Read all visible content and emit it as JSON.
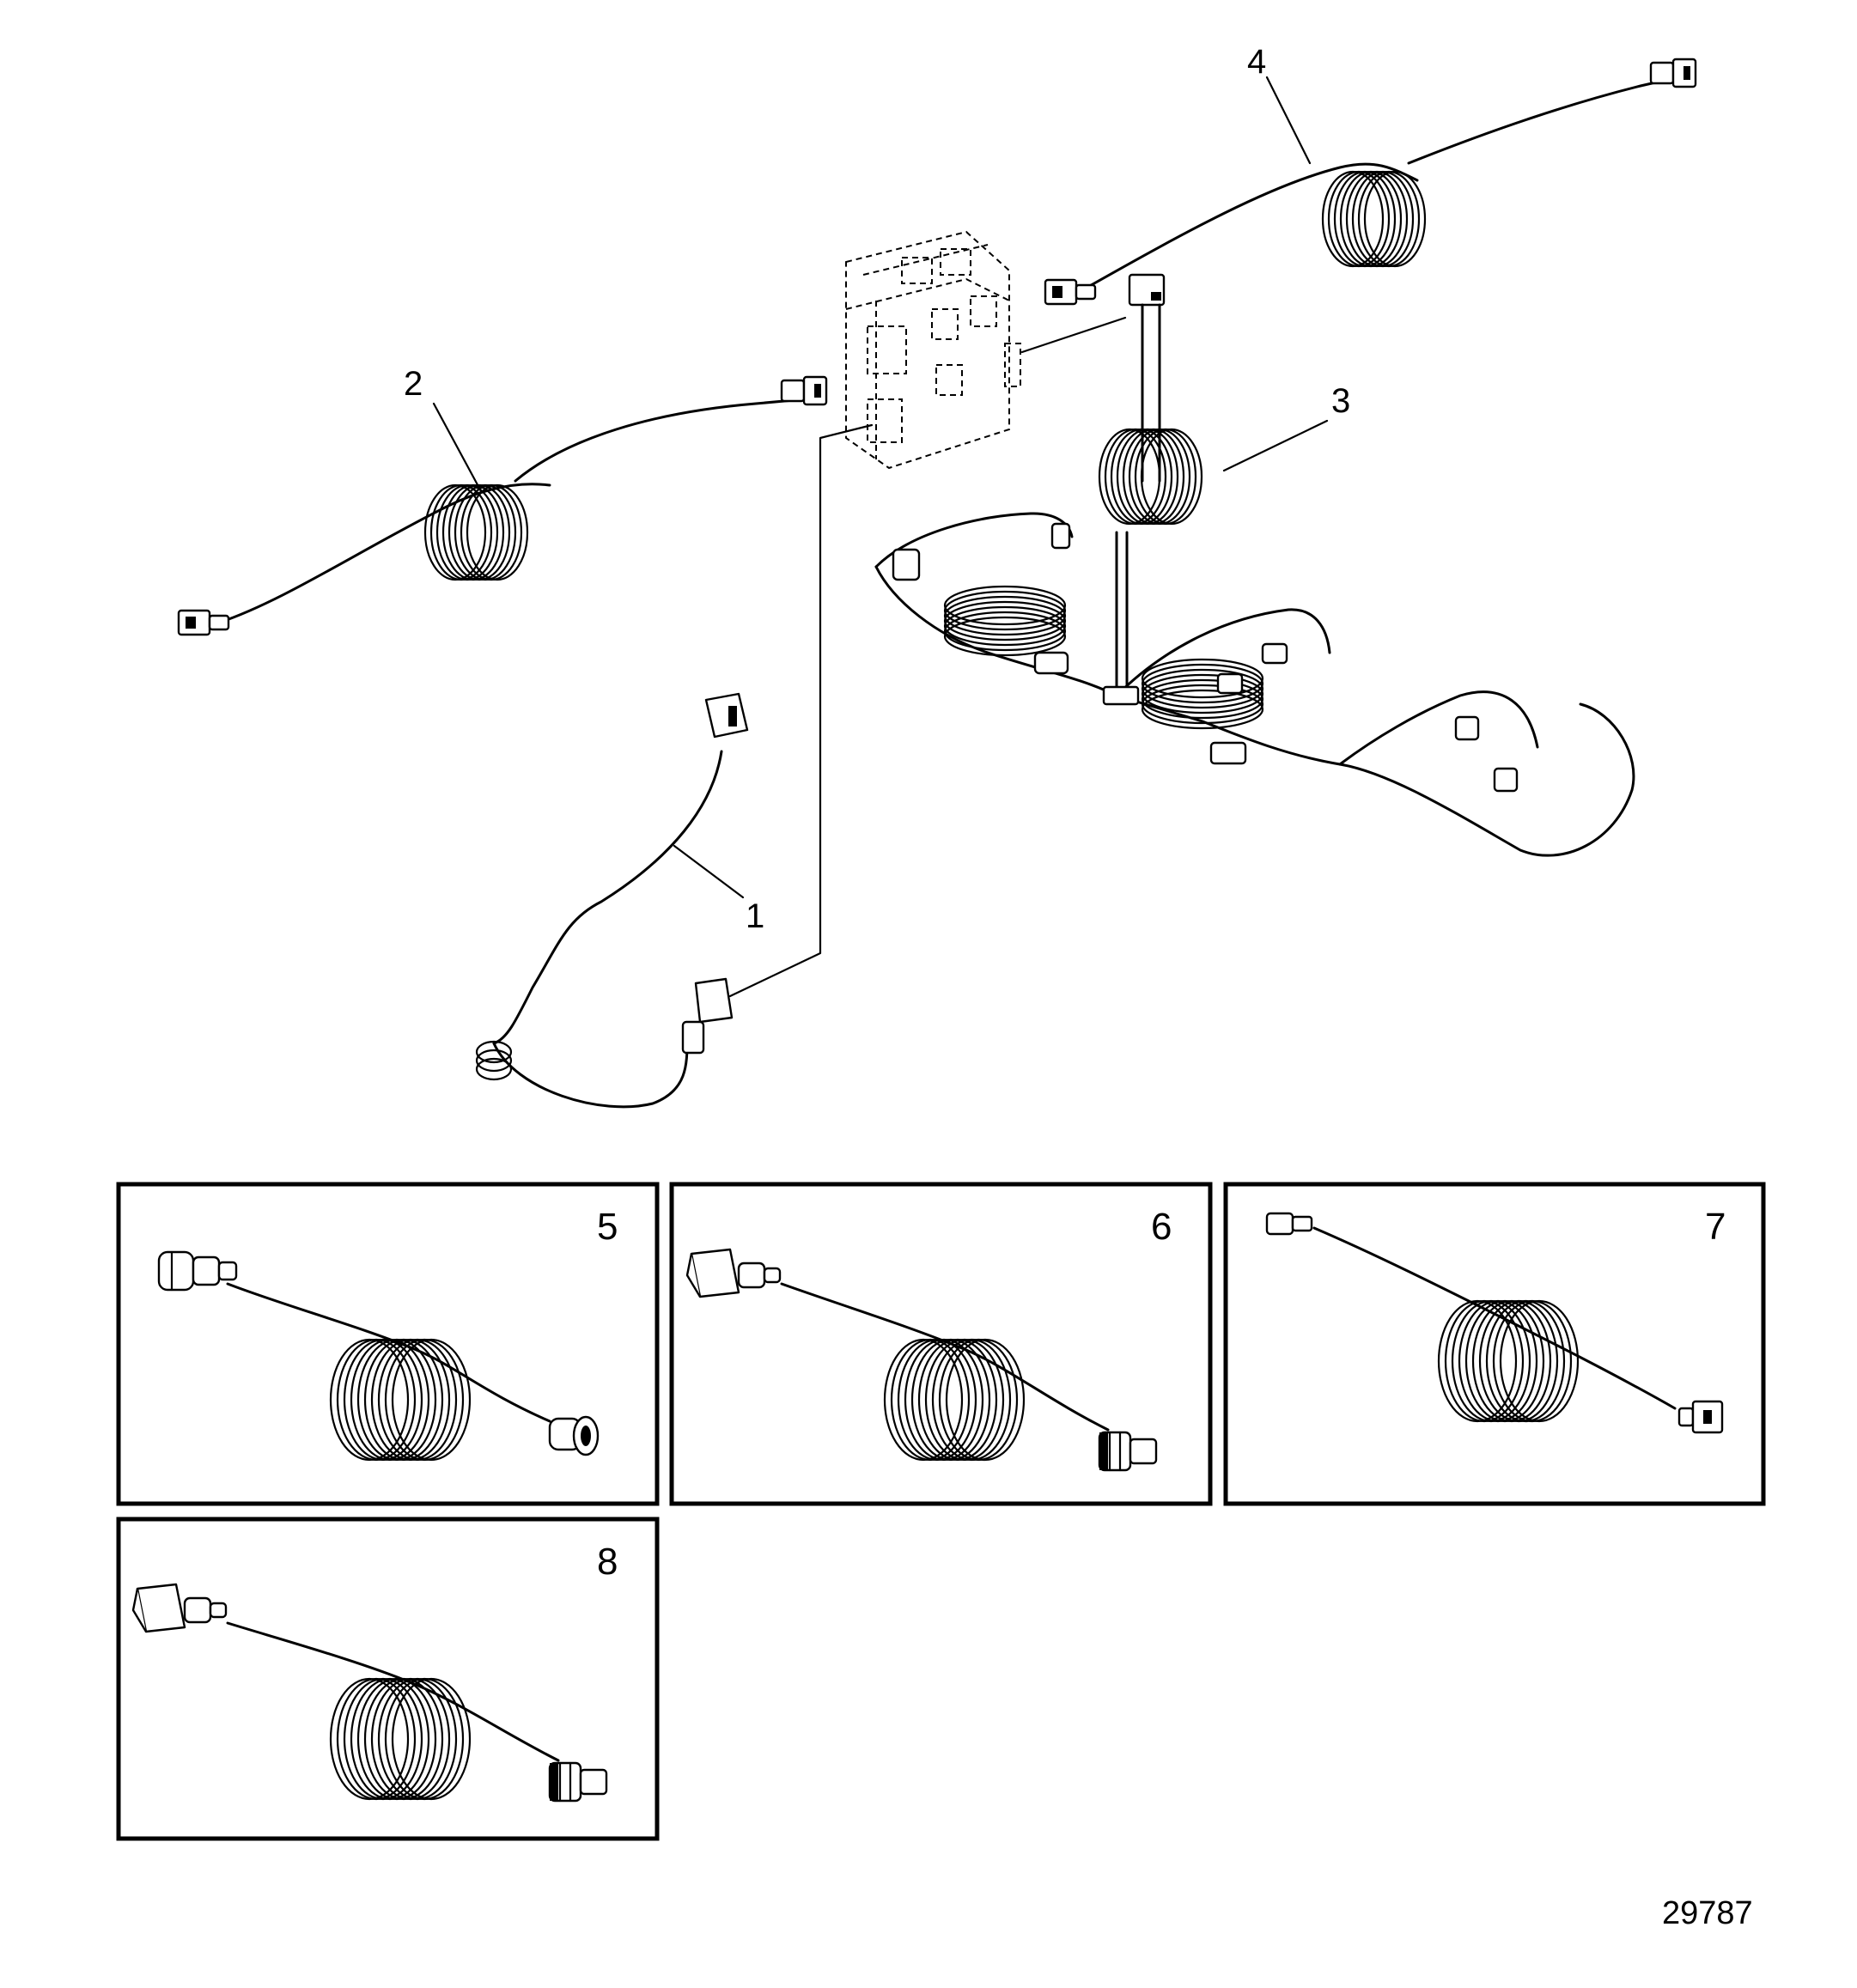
{
  "callouts": [
    "1",
    "2",
    "3",
    "4"
  ],
  "panels": [
    "5",
    "6",
    "7",
    "8"
  ],
  "figure_number": "29787"
}
